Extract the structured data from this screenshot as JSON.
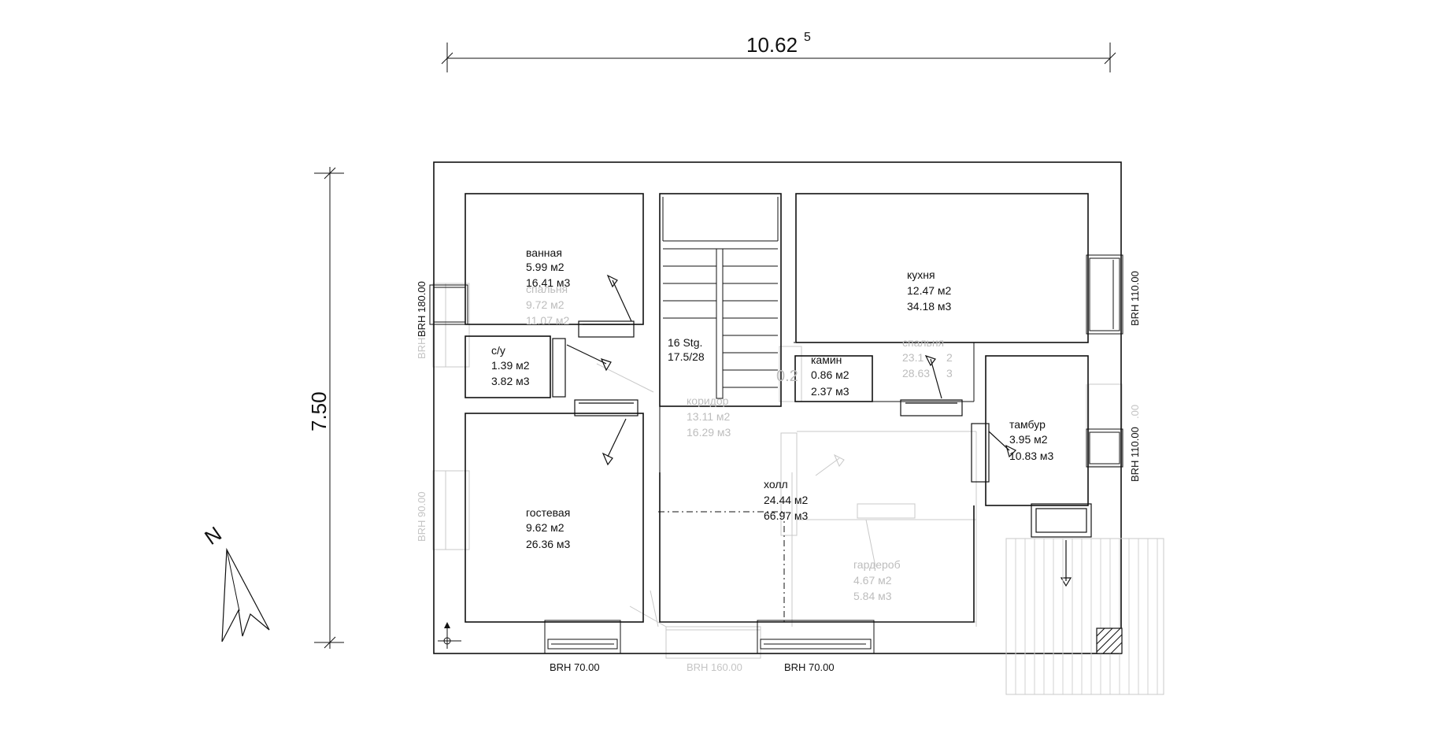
{
  "dimensions": {
    "width_main": "10.62",
    "width_sup": "5",
    "height": "7.50"
  },
  "rooms": {
    "vannaya": {
      "name": "ванная",
      "area": "5.99 м2",
      "volume": "16.41 м3"
    },
    "spalnya_ghost_left": {
      "name": "спальня",
      "area": "9.72 м2",
      "volume": "11.07 м2"
    },
    "su": {
      "name": "с/у",
      "area": "1.39 м2",
      "volume": "3.82 м3"
    },
    "stair": {
      "steps": "16 Stg.",
      "ratio": "17.5/28"
    },
    "koridor": {
      "name": "коридор",
      "area": "13.11 м2",
      "volume": "16.29 м3"
    },
    "kamin": {
      "name": "камин",
      "area": "0.86 м2",
      "volume": "2.37 м3"
    },
    "kamin_ghost": {
      "text": "0.2"
    },
    "kuhnya": {
      "name": "кухня",
      "area": "12.47 м2",
      "volume": "34.18 м3"
    },
    "spalnya_ghost_right": {
      "name": "спальня",
      "area": "23.1",
      "area_suffix": "2",
      "volume": "28.63",
      "volume_suffix": "3"
    },
    "tambur": {
      "name": "тамбур",
      "area": "3.95 м2",
      "volume": "10.83 м3"
    },
    "holl": {
      "name": "холл",
      "area": "24.44 м2",
      "volume": "66.97 м3"
    },
    "gostevaya": {
      "name": "гостевая",
      "area": "9.62 м2",
      "volume": "26.36 м3"
    },
    "garderob": {
      "name": "гардероб",
      "area": "4.67 м2",
      "volume": "5.84 м3"
    }
  },
  "window_labels": {
    "left_top": "BRH 180.00",
    "left_ghost_top": "BRH",
    "left_ghost_bottom": "BRH 90.00",
    "right_top": "BRH 110.00",
    "right_bottom": "BRH 110.00",
    "right_ghost": ".00",
    "bottom_left": "BRH 70.00",
    "bottom_ghost": "BRH 160.00",
    "bottom_right": "BRH 70.00"
  },
  "north_arrow": {
    "label": "N"
  },
  "icons": {
    "north_arrow": "north-arrow-icon",
    "origin": "origin-crosshair-icon",
    "chimney": "chimney-hatch-icon"
  }
}
